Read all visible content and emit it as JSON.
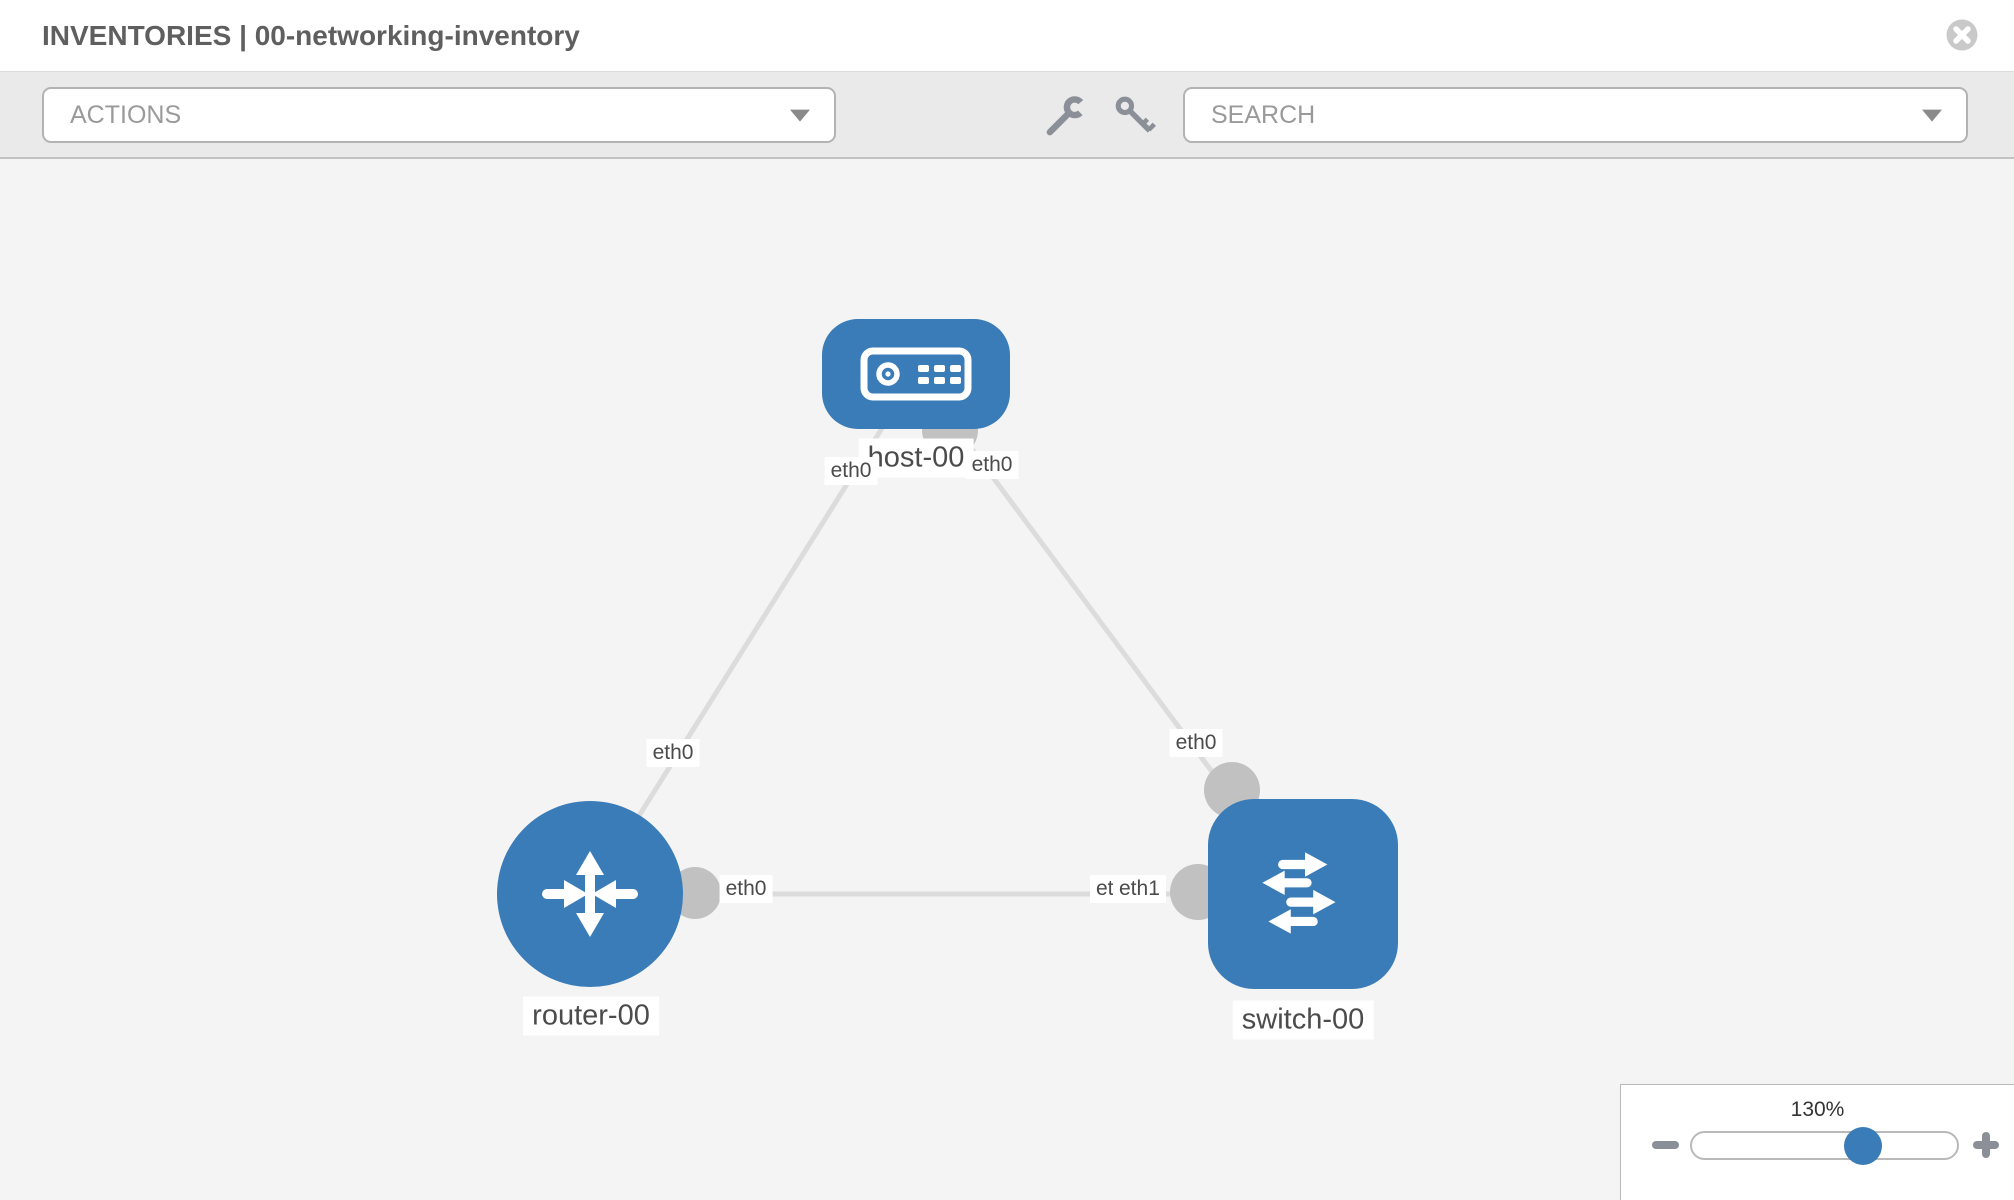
{
  "header": {
    "title": "INVENTORIES | 00-networking-inventory"
  },
  "toolbar": {
    "actions_label": "ACTIONS",
    "search_label": "SEARCH",
    "icons": [
      "wrench-icon",
      "key-icon"
    ]
  },
  "topology": {
    "nodes": [
      {
        "id": "host-00",
        "type": "host",
        "label": "host-00"
      },
      {
        "id": "router-00",
        "type": "router",
        "label": "router-00"
      },
      {
        "id": "switch-00",
        "type": "switch",
        "label": "switch-00"
      }
    ],
    "links": [
      {
        "source": "host-00",
        "source_iface": "eth0",
        "target": "router-00",
        "target_iface": "eth0"
      },
      {
        "source": "host-00",
        "source_iface": "eth0",
        "target": "switch-00",
        "target_iface": "eth0"
      },
      {
        "source": "router-00",
        "source_iface": "eth0",
        "target": "switch-00",
        "target_iface": "eth1"
      }
    ],
    "iface_labels": [
      "eth0",
      "eth0",
      "eth0",
      "eth0",
      "eth0",
      "eth0",
      "eth1"
    ]
  },
  "zoom_control": {
    "level": "130%"
  },
  "colors": {
    "node_blue": "#3a7cb8",
    "link_gray": "#dcdcdc",
    "connector_gray": "#c1c1c1",
    "toolbar_gray": "#eaeaea",
    "canvas_gray": "#f4f4f4",
    "icon_gray": "#8b8f98"
  }
}
